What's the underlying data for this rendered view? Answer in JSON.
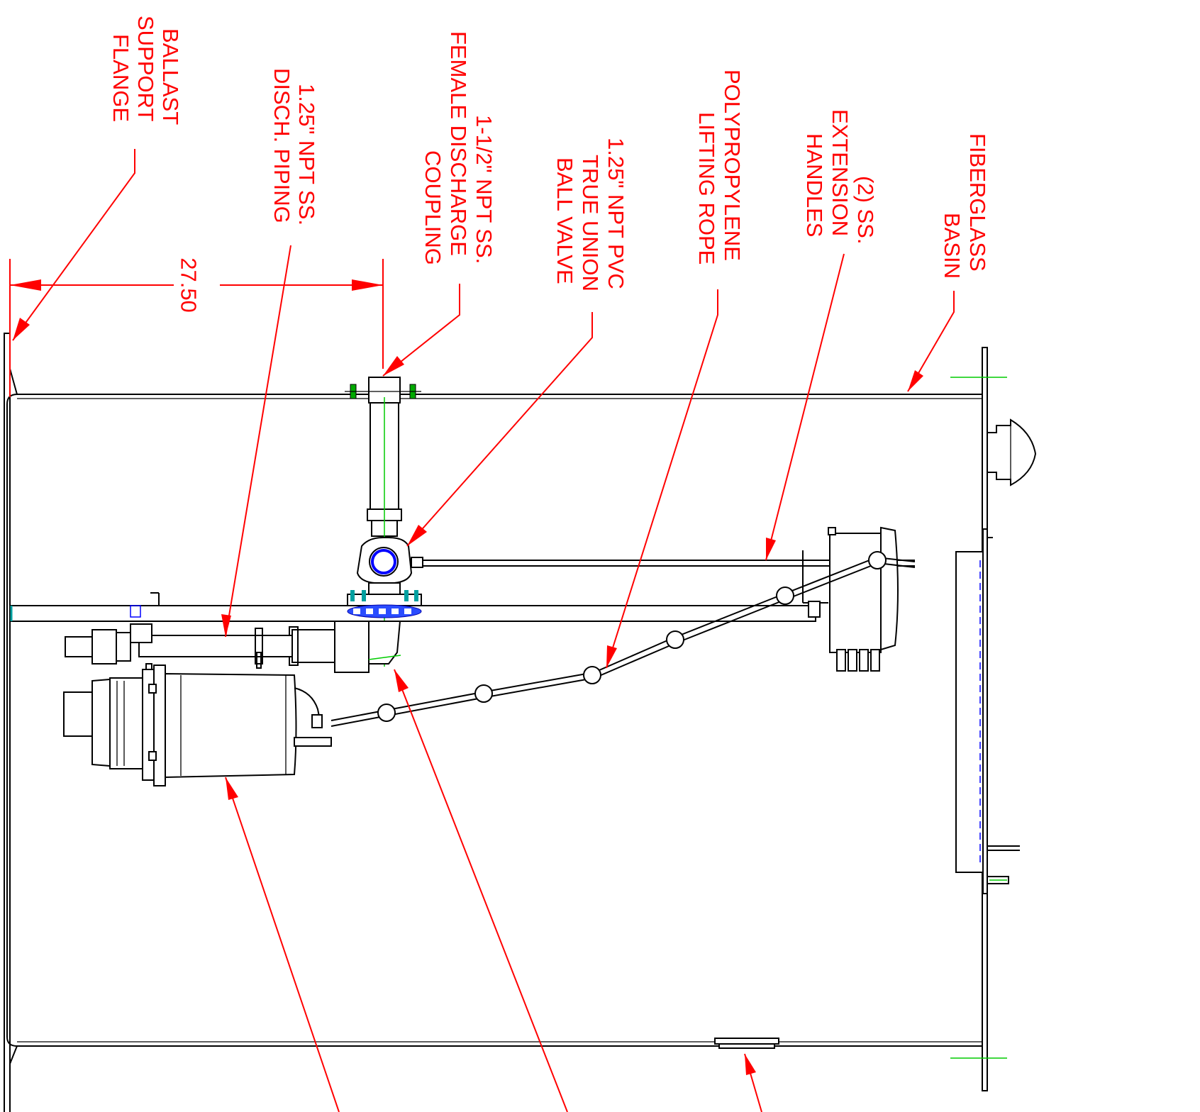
{
  "callouts": {
    "ballast_support_flange": [
      "BALLAST",
      "SUPPORT",
      "FLANGE"
    ],
    "discharge_piping": [
      "1.25\" NPT SS.",
      "DISCH. PIPING"
    ],
    "female_discharge_coupling": [
      "1-1/2\" NPT SS.",
      "FEMALE DISCHARGE",
      "COUPLING"
    ],
    "ball_valve": [
      "1.25\" NPT PVC",
      "TRUE UNION",
      "BALL VALVE"
    ],
    "lifting_rope": [
      "POLYPROPYLENE",
      "LIFTING ROPE"
    ],
    "extension_handles": [
      "(2) SS.",
      "EXTENSION",
      "HANDLES"
    ],
    "fiberglass_basin": [
      "FIBERGLASS",
      "BASIN"
    ]
  },
  "dimension": {
    "value": "27.50"
  },
  "colors": {
    "callout": "#ff0000",
    "outline": "#000000",
    "centerline": "#00cc00",
    "hidden_line": "#0000ff",
    "fastener": "#00a0a0"
  }
}
